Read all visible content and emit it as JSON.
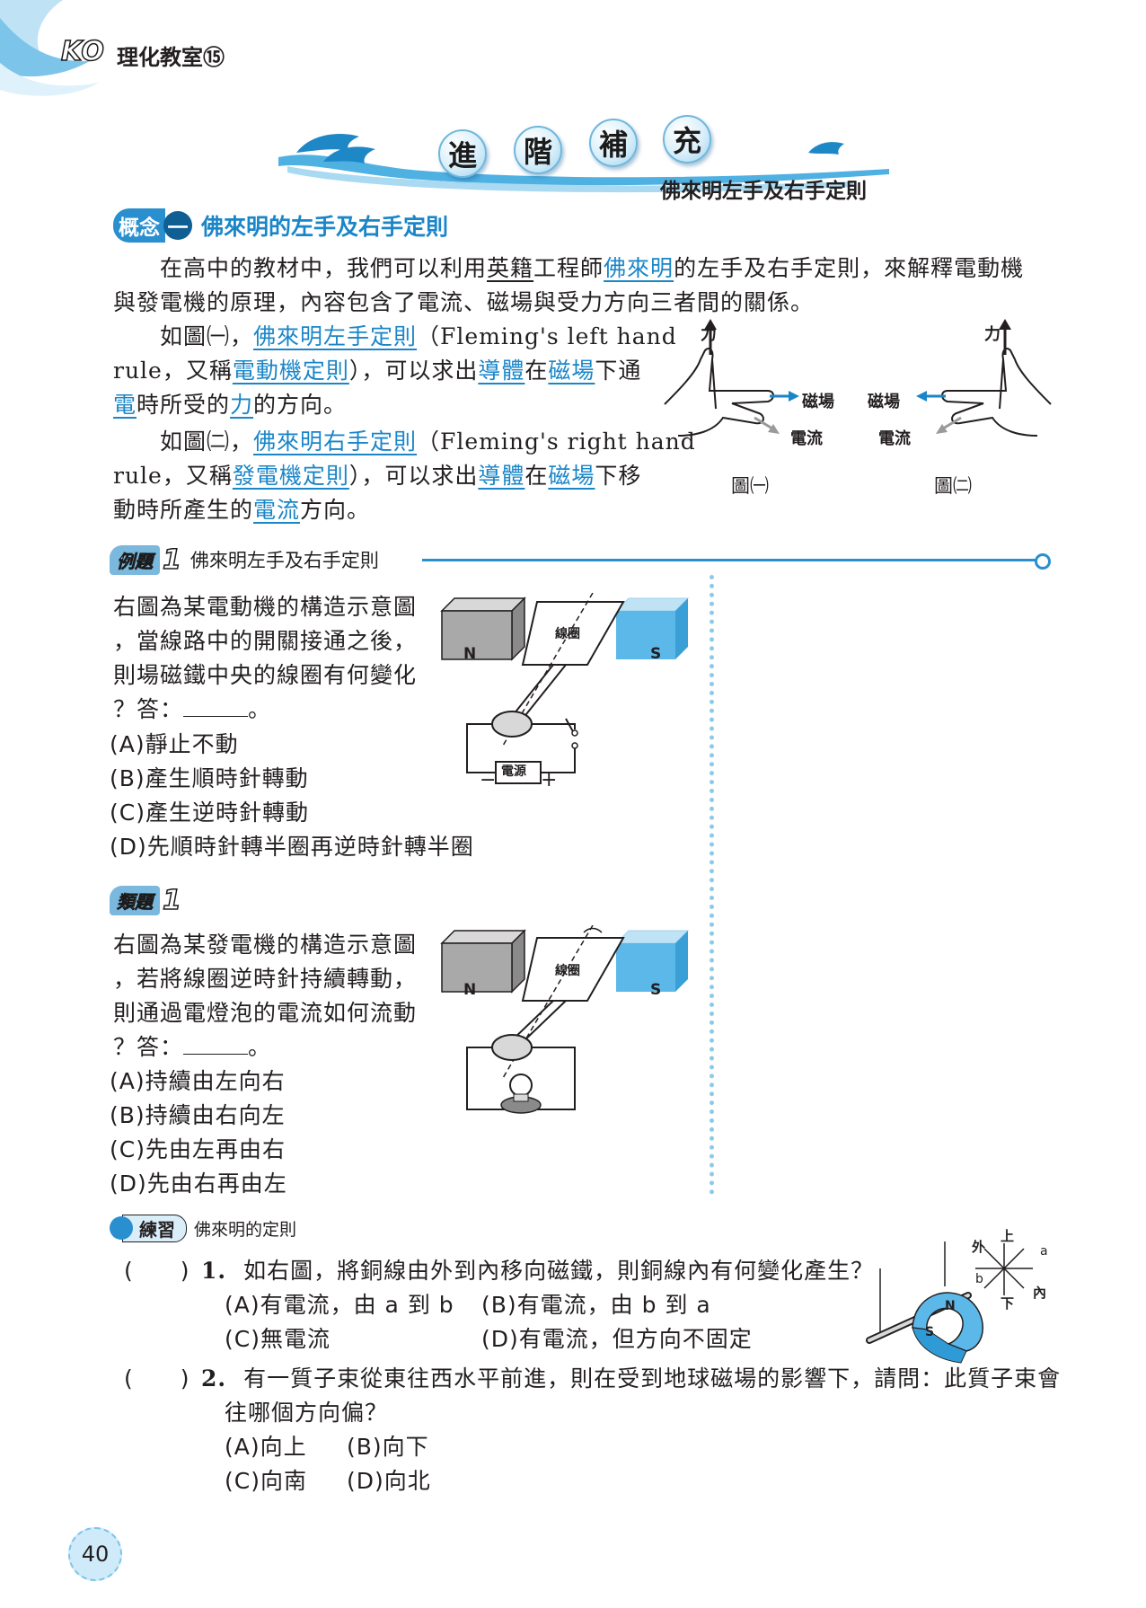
{
  "header": {
    "brand": "KO",
    "book_title": "理化教室",
    "volume": "⑮"
  },
  "banner": {
    "chars": [
      "進",
      "階",
      "補",
      "充"
    ],
    "subtitle": "佛來明左手及右手定則"
  },
  "concept": {
    "badge": "概念",
    "number": "一",
    "title": "佛來明的左手及右手定則"
  },
  "intro": {
    "p1_a": "在高中的教材中，我們可以利用",
    "p1_b": "英籍",
    "p1_c": "工程師",
    "p1_d": "佛來明",
    "p1_e": "的左手及右手定則，來解釋電動機",
    "p1_line2": "與發電機的原理，內容包含了電流、磁場與受力方向三者間的關係。",
    "p2_a": "如圖㈠，",
    "p2_b": "佛來明左手定則",
    "p2_c": "（Fleming's left hand",
    "p2_line2_a": "rule，又稱",
    "p2_line2_b": "電動機定則",
    "p2_line2_c": "），可以求出",
    "p2_line2_d": "導體",
    "p2_line2_e": "在",
    "p2_line2_f": "磁場",
    "p2_line2_g": "下通",
    "p2_line3_a": "電",
    "p2_line3_b": "時所受的",
    "p2_line3_c": "力",
    "p2_line3_d": "的方向。",
    "p3_a": "如圖㈡，",
    "p3_b": "佛來明右手定則",
    "p3_c": "（Fleming's right hand",
    "p3_line2_a": "rule，又稱",
    "p3_line2_b": "發電機定則",
    "p3_line2_c": "），可以求出",
    "p3_line2_d": "導體",
    "p3_line2_e": "在",
    "p3_line2_f": "磁場",
    "p3_line2_g": "下移",
    "p3_line3_a": "動時所產生的",
    "p3_line3_b": "電流",
    "p3_line3_c": "方向。"
  },
  "hands_figure": {
    "force": "力",
    "field": "磁場",
    "current": "電流",
    "caption_1": "圖㈠",
    "caption_2": "圖㈡"
  },
  "example": {
    "badge": "例題",
    "number": "1",
    "title": "佛來明左手及右手定則",
    "q_lines": [
      "右圖為某電動機的構造示意圖",
      "，當線路中的開關接通之後，",
      "則場磁鐵中央的線圈有何變化"
    ],
    "q_answer": "？答：",
    "q_end": "。",
    "options": [
      "(A)靜止不動",
      "(B)產生順時針轉動",
      "(C)產生逆時針轉動",
      "(D)先順時針轉半圈再逆時針轉半圈"
    ],
    "fig": {
      "n": "N",
      "s": "S",
      "coil": "線圈",
      "power": "電源",
      "minus": "−",
      "plus": "+"
    }
  },
  "exercise": {
    "badge": "類題",
    "number": "1",
    "q_lines": [
      "右圖為某發電機的構造示意圖",
      "，若將線圈逆時針持續轉動，",
      "則通過電燈泡的電流如何流動"
    ],
    "q_answer": "？答：",
    "q_end": "。",
    "options": [
      "(A)持續由左向右",
      "(B)持續由右向左",
      "(C)先由左再由右",
      "(D)先由右再由左"
    ],
    "fig": {
      "n": "N",
      "s": "S",
      "coil": "線圈"
    }
  },
  "practice": {
    "badge": "練習",
    "title": "佛來明的定則",
    "q1": {
      "paren": "(　　)",
      "num": "1.",
      "text": "如右圖，將銅線由外到內移向磁鐵，則銅線內有何變化產生？",
      "options": [
        "(A)有電流，由 a 到 b",
        "(B)有電流，由 b 到 a",
        "(C)無電流",
        "(D)有電流，但方向不固定"
      ]
    },
    "q2": {
      "paren": "(　　)",
      "num": "2.",
      "text_line1": "有一質子束從東往西水平前進，則在受到地球磁場的影響下，請問：此質子束會",
      "text_line2": "往哪個方向偏？",
      "options": [
        "(A)向上",
        "(B)向下",
        "(C)向南",
        "(D)向北"
      ]
    },
    "fig": {
      "out": "外",
      "up": "上",
      "a": "a",
      "b": "b",
      "down": "下",
      "in": "內",
      "n": "N",
      "s": "S"
    }
  },
  "page_number": "40"
}
